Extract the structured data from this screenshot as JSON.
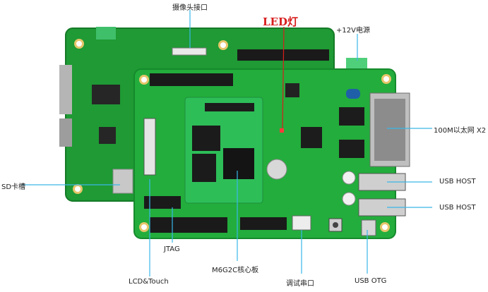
{
  "labels": {
    "camera": "摄像头接口",
    "led": "LED灯",
    "power": "+12V电源",
    "ethernet": "100M以太网 X2",
    "usb_host_1": "USB HOST",
    "usb_host_2": "USB HOST",
    "usb_otg": "USB OTG",
    "debug_uart": "调试串口",
    "core_board": "M6G2C核心板",
    "jtag": "JTAG",
    "lcd_touch": "LCD&Touch",
    "sd_slot": "SD卡槽"
  },
  "colors": {
    "pcb_green": "#22a83a",
    "pcb_dark": "#178a2c",
    "leader_line": "#3ab7e8",
    "led_leader": "#d81e1e"
  }
}
